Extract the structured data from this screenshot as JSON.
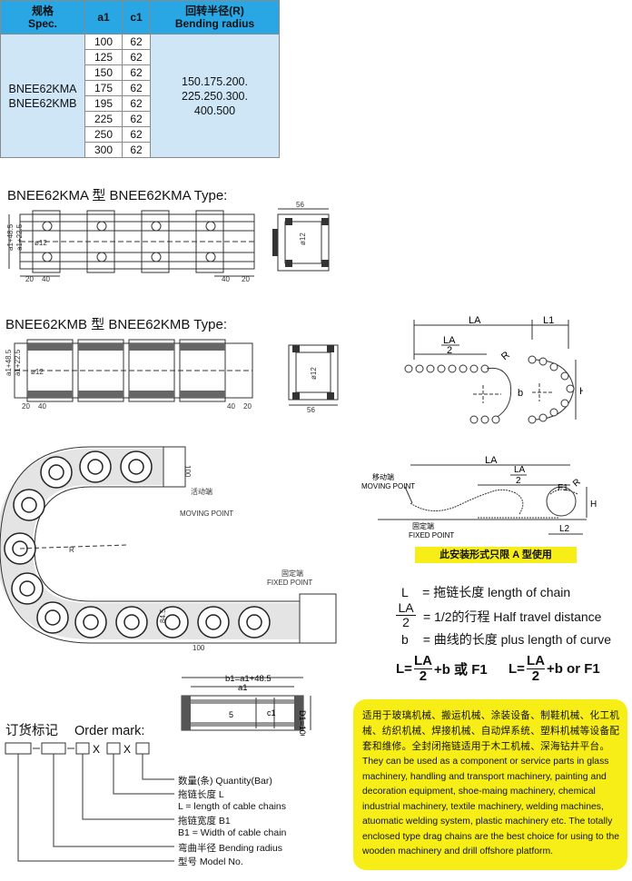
{
  "spec_table": {
    "headers": {
      "spec_cn": "规格",
      "spec_en": "Spec.",
      "a1": "a1",
      "c1": "c1",
      "radius_cn": "回转半径(R)",
      "radius_en": "Bending radius"
    },
    "models": [
      "BNEE62KMA",
      "BNEE62KMB"
    ],
    "rows": [
      {
        "a1": "100",
        "c1": "62"
      },
      {
        "a1": "125",
        "c1": "62"
      },
      {
        "a1": "150",
        "c1": "62"
      },
      {
        "a1": "175",
        "c1": "62"
      },
      {
        "a1": "195",
        "c1": "62"
      },
      {
        "a1": "225",
        "c1": "62"
      },
      {
        "a1": "250",
        "c1": "62"
      },
      {
        "a1": "300",
        "c1": "62"
      }
    ],
    "radius_lines": [
      "150.175.200.",
      "225.250.300.",
      "400.500"
    ]
  },
  "type_a_heading": "BNEE62KMA 型   BNEE62KMA Type:",
  "type_b_heading": "BNEE62KMB 型   BNEE62KMB Type:",
  "drawing_labels": {
    "dim_20": "20",
    "dim_40": "40",
    "dim_56": "56",
    "dim_12": "ø12",
    "dim_148": "a1+48.5",
    "dim_225": "a1+22.5",
    "moving_cn": "活动端",
    "moving_en": "MOVING POINT",
    "fixed_cn": "固定端",
    "fixed_en": "FIXED POINT",
    "pitch_100": "100",
    "radius_r": "R",
    "dim_84": "84.5",
    "mov_cn2": "移动端",
    "mov_en2": "MOVING POINT",
    "fix_cn2": "固定端",
    "fix_en2": "FIXED POINT",
    "la": "LA",
    "l1": "L1",
    "l2": "L2",
    "f1": "F1",
    "h": "H",
    "b": "b",
    "two": "2",
    "b1_dim": "b1=a1+48.5",
    "a1_dim": "a1",
    "c1_dim": "c1",
    "five": "5",
    "d1_dim": "D1=100"
  },
  "mount_note": "此安装形式只限 A 型使用",
  "legend": {
    "l_sym": "L",
    "l_text": "= 拖链长度  length of chain",
    "la_num": "LA",
    "la_den": "2",
    "la_text": "= 1/2的行程  Half travel distance",
    "b_sym": "b",
    "b_text": "= 曲线的长度  plus length of curve"
  },
  "formula": {
    "l1": "L=",
    "num1": "LA",
    "den1": "2",
    "tail1": "+b 或 F1",
    "l2": "L=",
    "num2": "LA",
    "den2": "2",
    "tail2": "+b or F1"
  },
  "order_mark": {
    "title_cn": "订货标记",
    "title_en": "Order mark:",
    "x1": "X",
    "x2": "X",
    "quantity": "数量(条) Quantity(Bar)",
    "length_cn": "拖链长度 L",
    "length_en": "L = length of cable chains",
    "width_cn": "拖链宽度 B1",
    "width_en": "B1 = Width of cable chain",
    "radius": "弯曲半径 Bending radius",
    "model": "型号 Model No."
  },
  "description": {
    "cn": "适用于玻璃机械、搬运机械、涂装设备、制鞋机械、化工机械、纺织机械、焊接机械、自动焊系统、塑料机械等设备配套和维修。全封闭拖链适用于木工机械、深海钻井平台。",
    "en": "They can be used as a component or service parts in glass machinery, handling and transport machinery, painting and decoration equipment, shoe-maing machinery, chemical industrial machinery, textile machinery, welding machines, atuomatic welding system, plastic machinery etc. The totally enclosed type drag chains are the best choice for using to the wooden machinery and drill offshore platform."
  },
  "colors": {
    "table_header": "#29a6e4",
    "table_body": "#cfe6f7",
    "note_bar": "#f7ee18",
    "desc_box": "#f7ee18"
  }
}
